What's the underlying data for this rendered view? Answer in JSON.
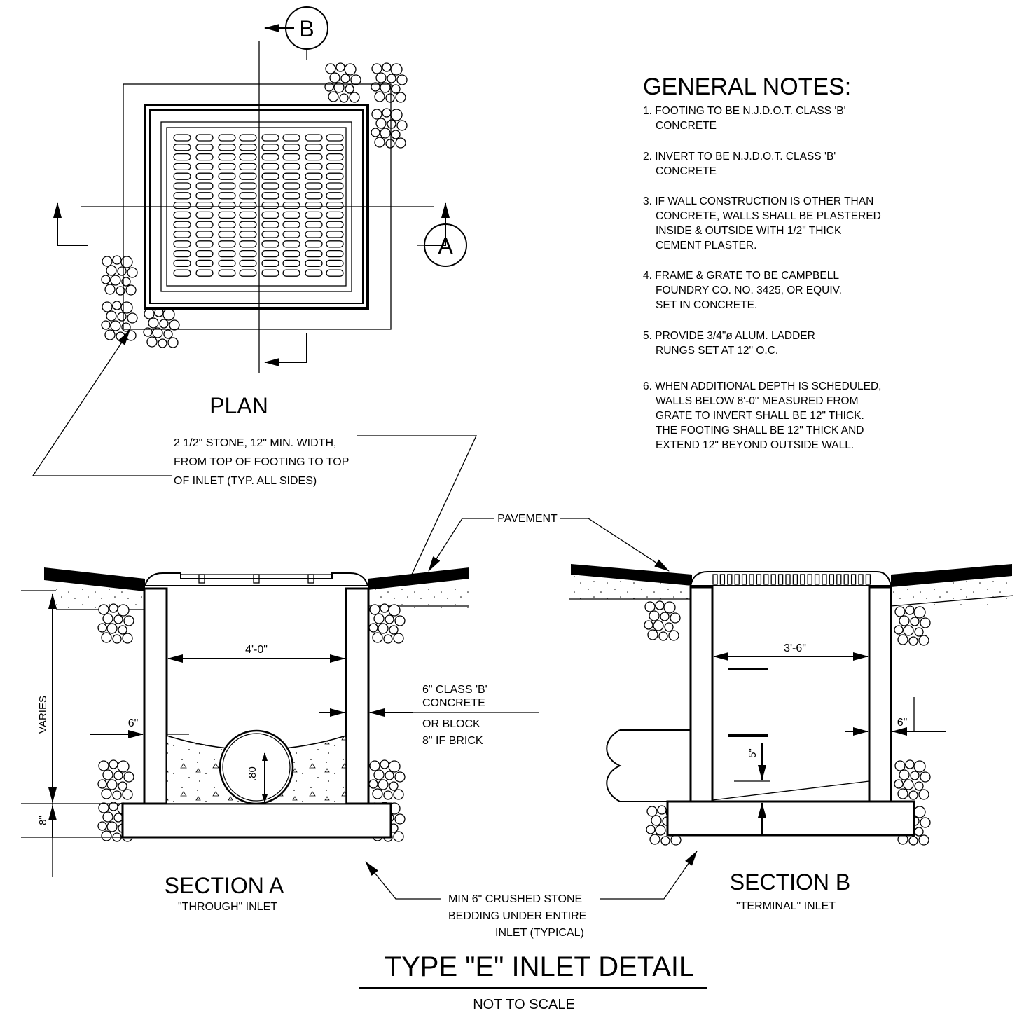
{
  "general_notes": {
    "title": "GENERAL NOTES:",
    "items": [
      {
        "lines": [
          "1. FOOTING TO BE N.J.D.O.T. CLASS 'B'",
          "CONCRETE"
        ]
      },
      {
        "lines": [
          "2. INVERT TO BE N.J.D.O.T. CLASS 'B'",
          "CONCRETE"
        ]
      },
      {
        "lines": [
          "3. IF WALL CONSTRUCTION IS OTHER THAN",
          "CONCRETE, WALLS SHALL BE PLASTERED",
          "INSIDE & OUTSIDE WITH 1/2\" THICK",
          "CEMENT PLASTER."
        ]
      },
      {
        "lines": [
          "4. FRAME & GRATE TO BE CAMPBELL",
          "FOUNDRY CO. NO. 3425, OR EQUIV.",
          "SET IN CONCRETE."
        ]
      },
      {
        "lines": [
          "5. PROVIDE 3/4\"ø ALUM. LADDER",
          "RUNGS SET AT 12\" O.C."
        ]
      },
      {
        "lines": [
          "6. WHEN ADDITIONAL DEPTH IS SCHEDULED,",
          "WALLS BELOW 8'-0\" MEASURED FROM",
          "GRATE TO INVERT SHALL BE 12\" THICK.",
          "THE FOOTING SHALL BE 12\" THICK AND",
          "EXTEND 12\" BEYOND OUTSIDE WALL."
        ]
      }
    ]
  },
  "plan": {
    "title": "PLAN",
    "section_marker_a": "A",
    "section_marker_b": "B"
  },
  "callouts": {
    "stone_lines": [
      "2 1/2\" STONE, 12\" MIN. WIDTH,",
      "FROM TOP OF FOOTING TO TOP",
      "OF INLET (TYP. ALL SIDES)"
    ],
    "pavement": "PAVEMENT",
    "concrete_lines": [
      "6\" CLASS 'B'",
      "CONCRETE",
      "OR BLOCK",
      "8\" IF BRICK"
    ],
    "bedding_lines": [
      "MIN 6\" CRUSHED STONE",
      "BEDDING UNDER ENTIRE",
      "INLET (TYPICAL)"
    ]
  },
  "section_a": {
    "title": "SECTION   A",
    "subtitle": "\"THROUGH\" INLET",
    "dim_width": "4'-0\"",
    "dim_wall": "6\"",
    "dim_depth": "VARIES",
    "dim_footing": "8\"",
    "dim_pipe": ".80"
  },
  "section_b": {
    "title": "SECTION   B",
    "subtitle": "\"TERMINAL\" INLET",
    "dim_width": "3'-6\"",
    "dim_wall": "6\"",
    "dim_invert": "5\""
  },
  "footer": {
    "title": "TYPE \"E\" INLET DETAIL",
    "subtitle": "NOT TO SCALE"
  }
}
